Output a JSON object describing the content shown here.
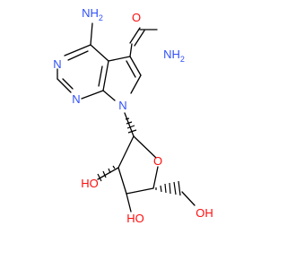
{
  "colors": {
    "background": "#ffffff",
    "carbon_bond": "#000000",
    "nitrogen": "#3050f8",
    "oxygen": "#ff0d0d"
  },
  "molecule": {
    "atom_labels": {
      "nh2_amino": "NH",
      "nh2_amino_sub": "2",
      "nh2_amide": "NH",
      "nh2_amide_sub": "2",
      "o_amide": "O",
      "n_pyrimidine_top": "N",
      "n_pyrimidine_bottom": "N",
      "n_pyrrole": "N",
      "o_ring": "O",
      "oh_2prime": "HO",
      "oh_3prime": "HO",
      "oh_5prime": "OH"
    }
  }
}
